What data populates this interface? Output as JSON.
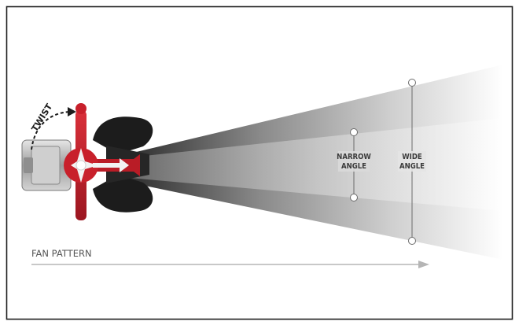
{
  "labels": {
    "twist": "TWIST",
    "narrow_line1": "NARROW",
    "narrow_line2": "ANGLE",
    "wide_line1": "WIDE",
    "wide_line2": "ANGLE",
    "fan_pattern": "FAN PATTERN"
  },
  "colors": {
    "frame_border": "#1f1f1f",
    "tip_red": "#c8202b",
    "tip_red_dark": "#8e141c",
    "guard_black": "#1c1c1c",
    "nut_silver": "#b9b9b9",
    "arrow_gray": "#b5b5b5",
    "dim_line": "#6b6b6b"
  },
  "icons": [
    "spray-tip-icon",
    "twist-arrow-icon",
    "fan-pattern-arrow-icon"
  ]
}
